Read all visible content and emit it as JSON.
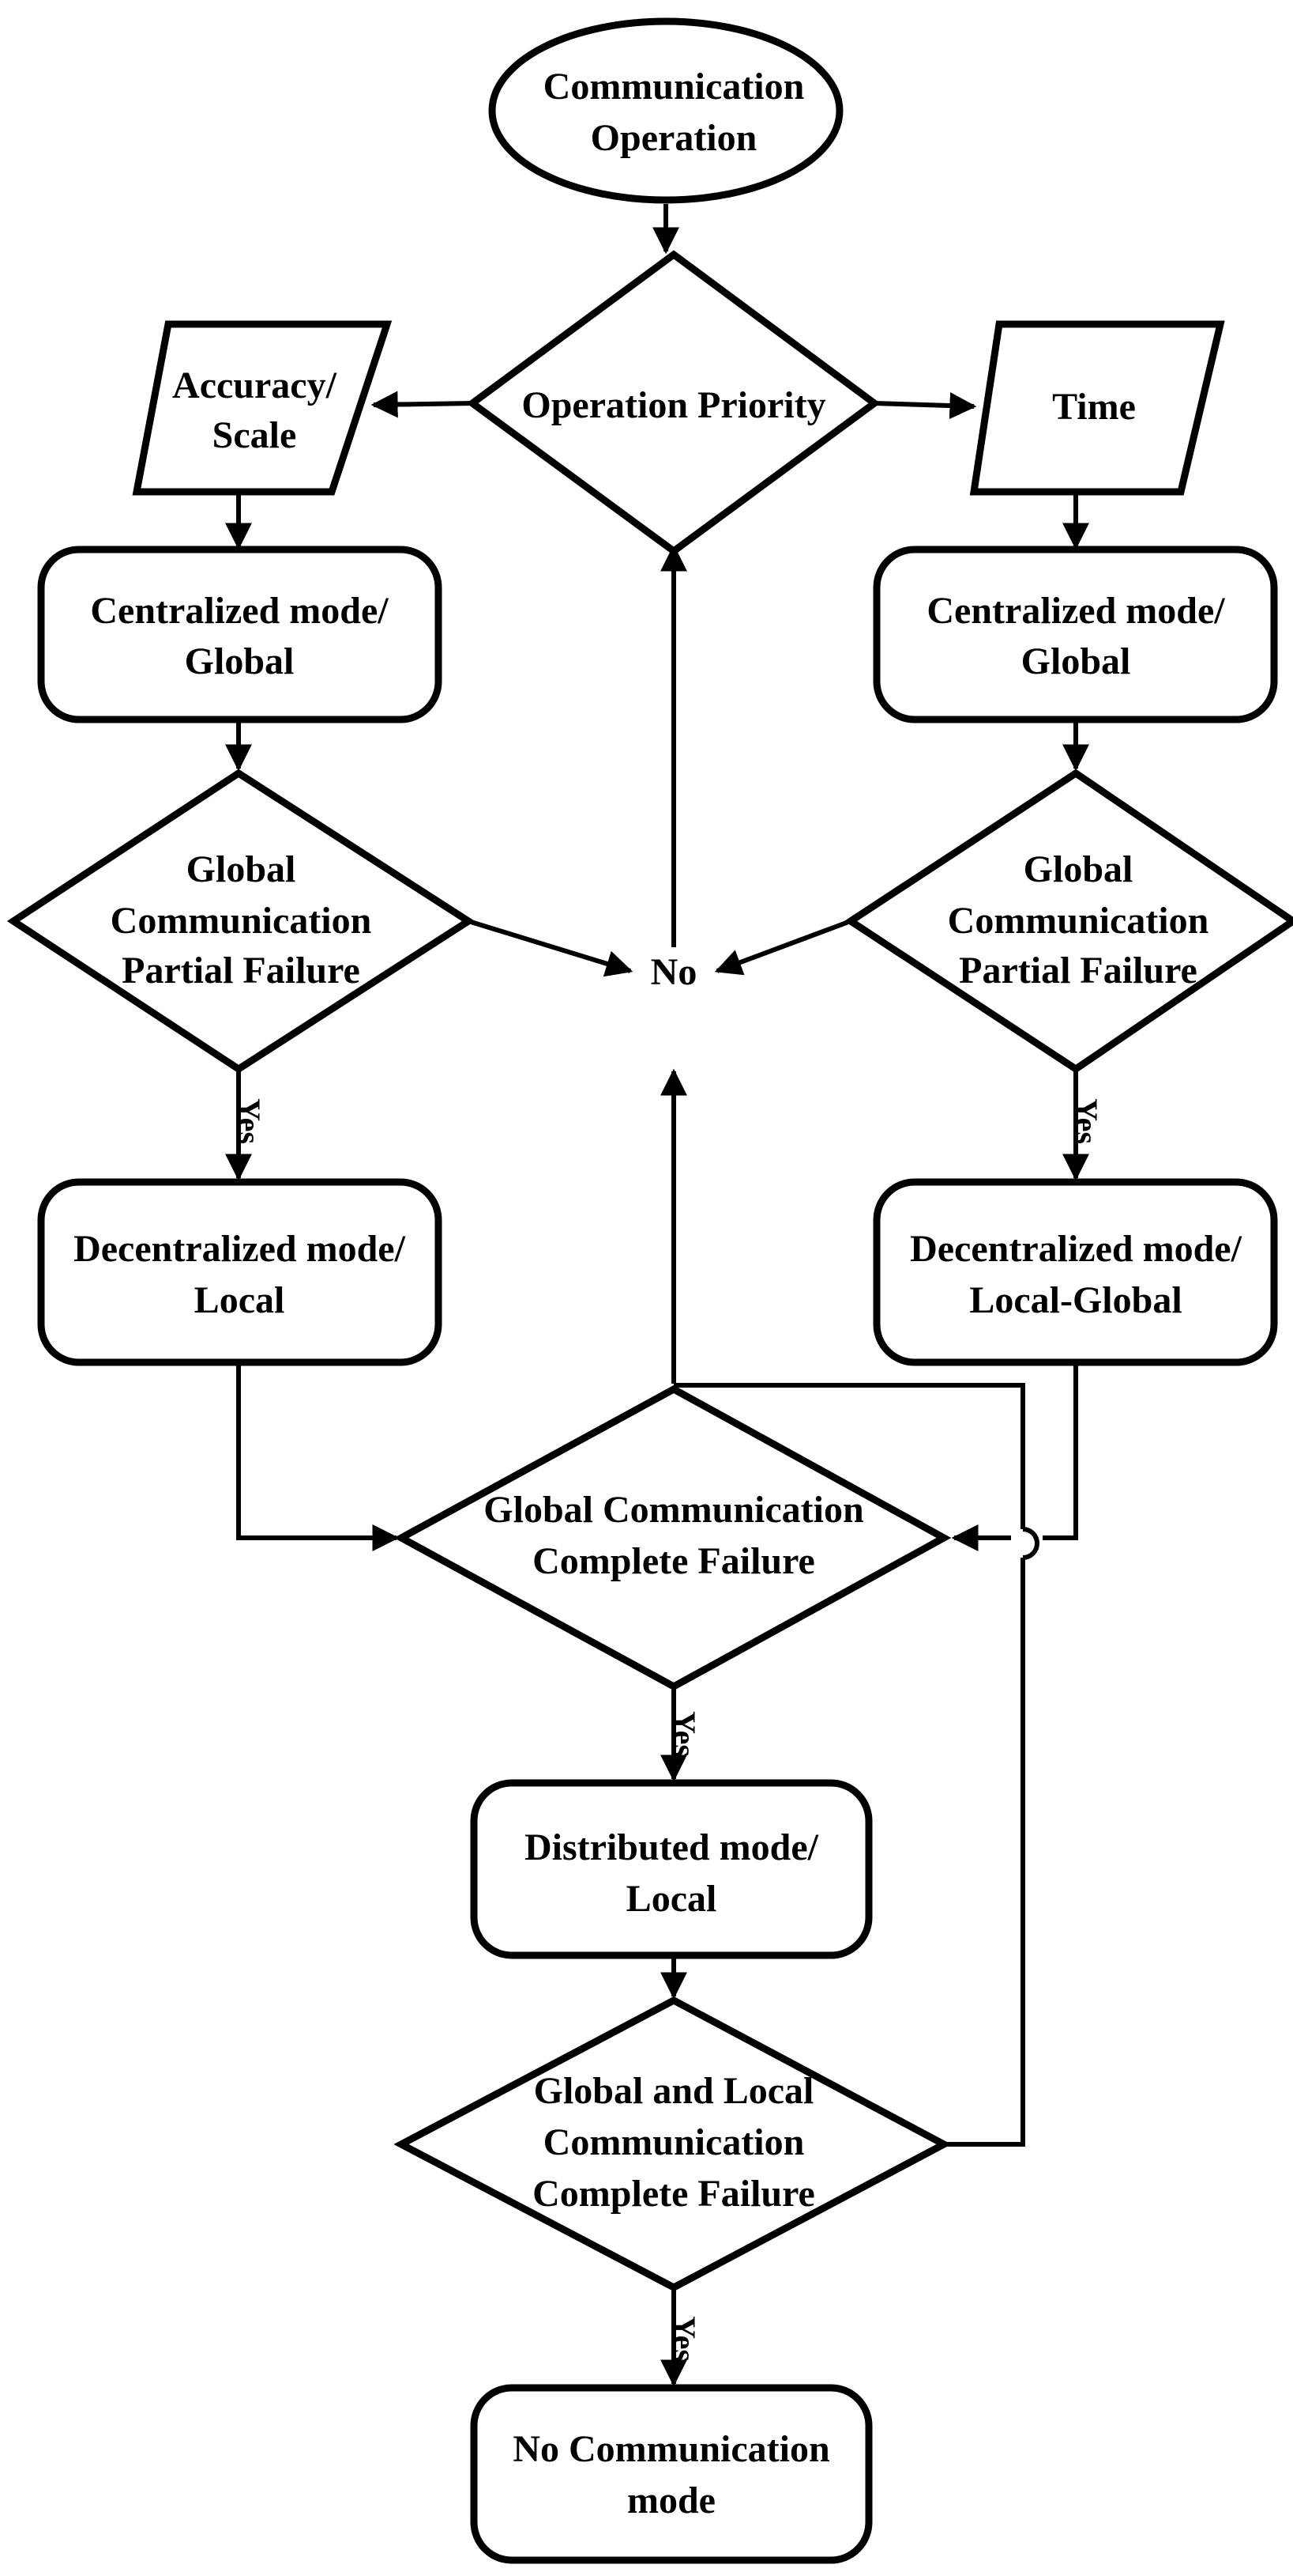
{
  "nodes": {
    "start": [
      "Communication",
      "Operation"
    ],
    "priority": [
      "Operation Priority"
    ],
    "accuracy": [
      "Accuracy/",
      "Scale"
    ],
    "time": [
      "Time"
    ],
    "central_left": [
      "Centralized mode/",
      "Global"
    ],
    "central_right": [
      "Centralized mode/",
      "Global"
    ],
    "partial_left": [
      "Global",
      "Communication",
      "Partial Failure"
    ],
    "partial_right": [
      "Global",
      "Communication",
      "Partial Failure"
    ],
    "no_label": [
      "No"
    ],
    "decentral_left": [
      "Decentralized mode/",
      "Local"
    ],
    "decentral_right": [
      "Decentralized mode/",
      "Local-Global"
    ],
    "complete": [
      "Global Communication",
      "Complete Failure"
    ],
    "distributed": [
      "Distributed mode/",
      "Local"
    ],
    "global_local": [
      "Global and Local",
      "Communication",
      "Complete Failure"
    ],
    "no_comm": [
      "No Communication",
      "mode"
    ]
  },
  "edge_labels": {
    "yes": "Yes"
  },
  "colors": {
    "stroke": "#000000",
    "background": "#ffffff"
  }
}
